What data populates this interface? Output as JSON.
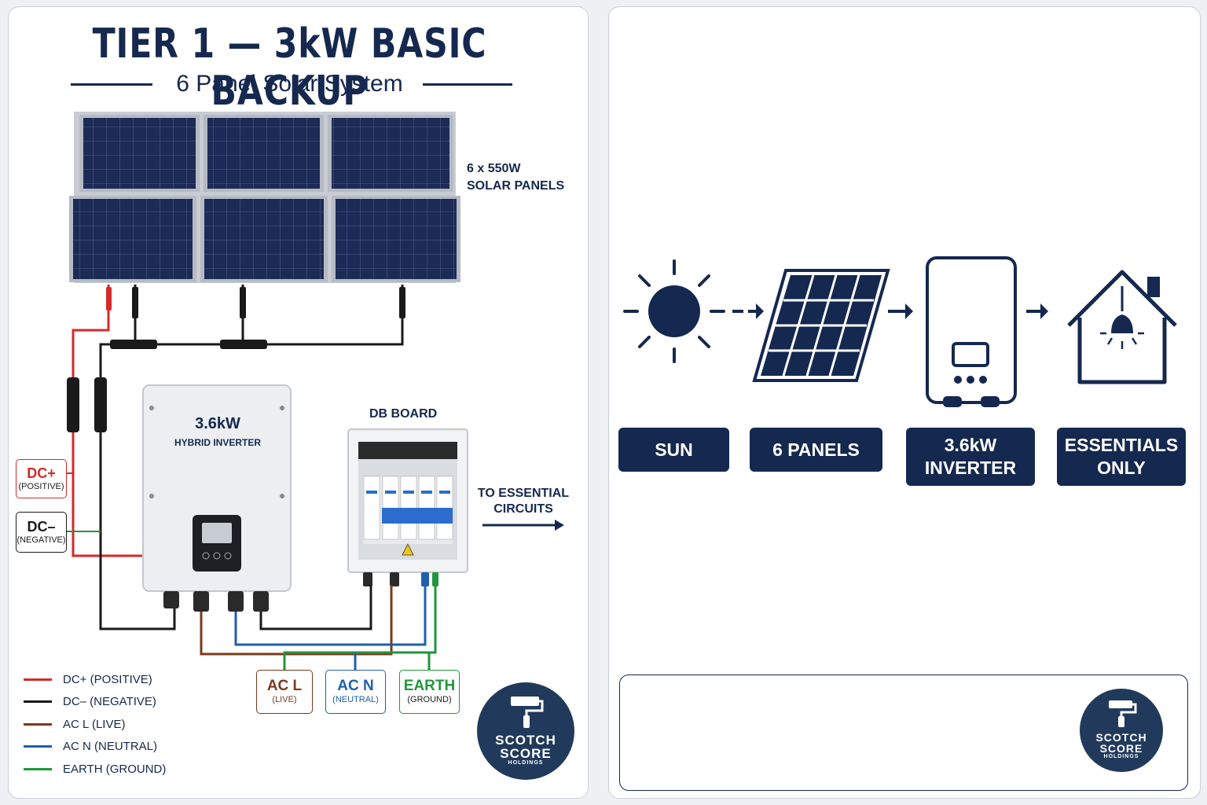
{
  "left": {
    "title": "TIER 1 — 3kW BASIC BACKUP",
    "subtitle": "6 Panel Solar System",
    "panels_label": [
      "6 x 550W",
      "SOLAR PANELS"
    ],
    "inverter": {
      "title": "3.6kW",
      "subtitle": "HYBRID INVERTER"
    },
    "db_board": "DB BOARD",
    "to_essential": [
      "TO ESSENTIAL",
      "CIRCUITS"
    ],
    "dc_tags": [
      {
        "big": "DC+",
        "small": "(POSITIVE)",
        "color": "#d42a2a"
      },
      {
        "big": "DC–",
        "small": "(NEGATIVE)",
        "color": "#1a1a1a"
      }
    ],
    "ac_tags": [
      {
        "big": "AC L",
        "small": "(LIVE)",
        "color": "#7a3a1c"
      },
      {
        "big": "AC N",
        "small": "(NEUTRAL)",
        "color": "#1f5fae"
      },
      {
        "big": "EARTH",
        "small": "(GROUND)",
        "color": "#22963c"
      }
    ],
    "legend": [
      {
        "label": "DC+ (POSITIVE)",
        "color": "#d42a2a"
      },
      {
        "label": "DC– (NEGATIVE)",
        "color": "#1a1a1a"
      },
      {
        "label": "AC L (LIVE)",
        "color": "#7a3a1c"
      },
      {
        "label": "AC N (NEUTRAL)",
        "color": "#1f5fae"
      },
      {
        "label": "EARTH (GROUND)",
        "color": "#22963c"
      }
    ]
  },
  "logo": {
    "line1": "SCOTCH",
    "line2": "SCORE",
    "line3": "HOLDINGS"
  },
  "flow": {
    "steps": [
      {
        "icon": "sun-icon",
        "lines": [
          "SUN"
        ]
      },
      {
        "icon": "solar-panel-icon",
        "lines": [
          "6 PANELS"
        ]
      },
      {
        "icon": "inverter-icon",
        "lines": [
          "3.6kW",
          "INVERTER"
        ]
      },
      {
        "icon": "house-bulb-icon",
        "lines": [
          "ESSENTIALS",
          "ONLY"
        ]
      }
    ]
  },
  "colors": {
    "navy": "#15284f",
    "panel": "#1c2b55"
  }
}
